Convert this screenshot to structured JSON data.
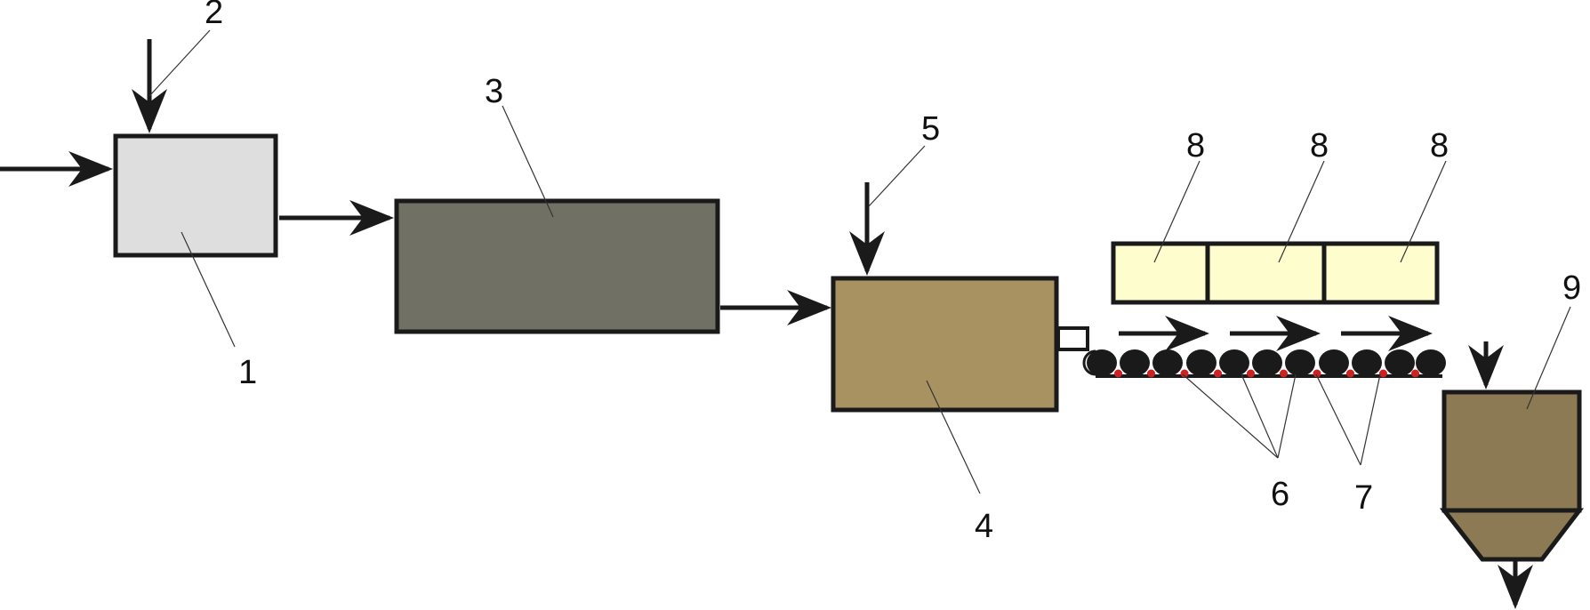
{
  "labels": {
    "l1": "1",
    "l2": "2",
    "l3": "3",
    "l4": "4",
    "l5": "5",
    "l6": "6",
    "l7": "7",
    "l8a": "8",
    "l8b": "8",
    "l8c": "8",
    "l9": "9"
  },
  "colors": {
    "unit1": "#dedede",
    "unit3": "#717064",
    "unit4": "#a89262",
    "unit8": "#fefdcd",
    "unit9": "#8c7a55",
    "roller": "#1a1a1a",
    "ball": "#cc2222",
    "stroke": "#1a1a1a"
  }
}
